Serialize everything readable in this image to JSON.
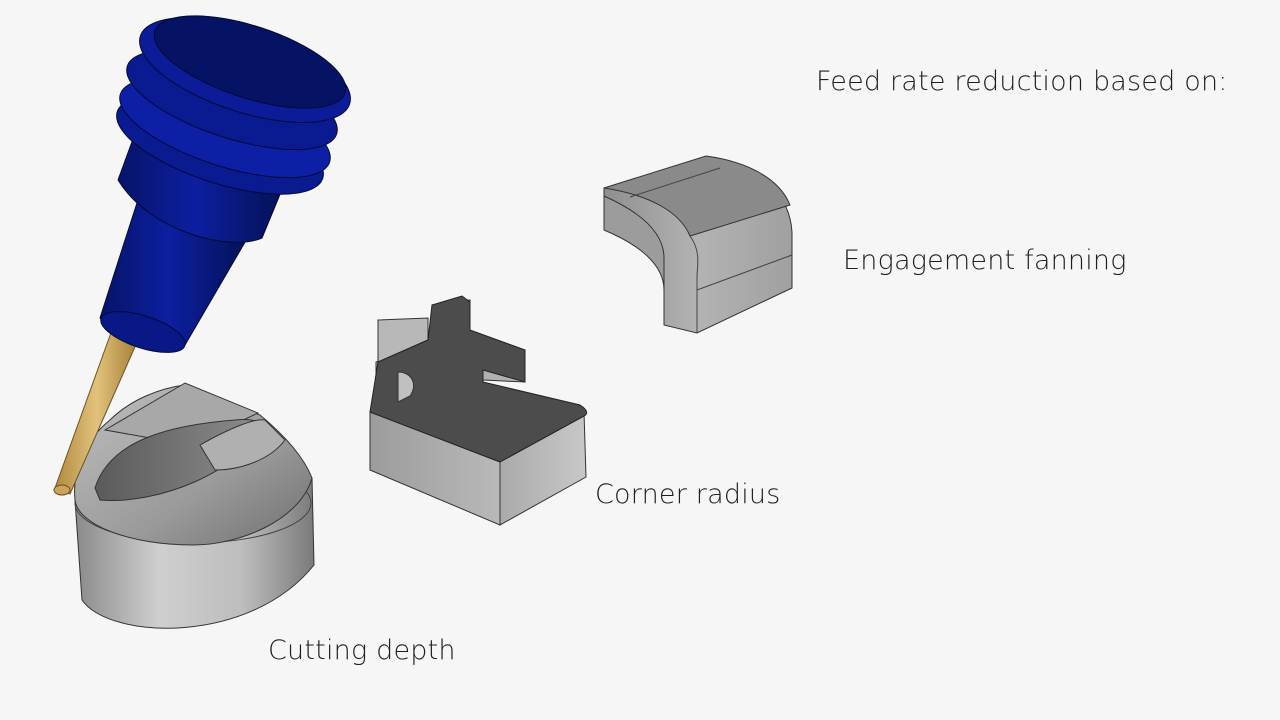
{
  "title": "Feed rate reduction based on:",
  "labels": {
    "engagement": "Engagement fanning",
    "corner": "Corner radius",
    "cutting": "Cutting depth"
  },
  "colors": {
    "background": "#f6f6f6",
    "spindle": "#0a1a8c",
    "tool_shank": "#c9a45a",
    "part_light": "#c6c6c6",
    "part_dark": "#505050"
  }
}
